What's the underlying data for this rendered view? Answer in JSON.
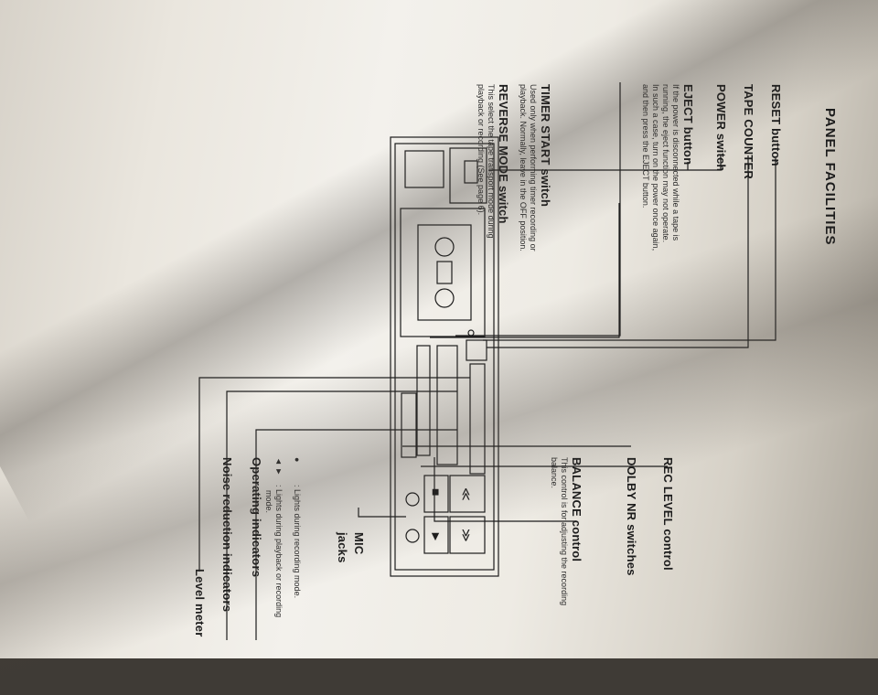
{
  "page": {
    "title": "PANEL FACILITIES"
  },
  "labels": {
    "reset_button": "RESET button",
    "tape_counter": "TAPE COUNTER",
    "power_switch": "POWER switch",
    "eject_button": "EJECT button",
    "eject_desc": [
      "If the power is disconnected while a tape is",
      "running, the eject function may not operate.",
      "In such a case, turn on the power once again,",
      "and then press the EJECT button."
    ],
    "timer_start_switch": "TIMER START switch",
    "timer_desc": [
      "Used only when performing timer recording or",
      "playback. Normally, leave in the OFF position."
    ],
    "reverse_mode_switch": "REVERSE MODE switch",
    "reverse_desc": [
      "This select the tape transport mode during",
      "playback or recording (See page 6)."
    ],
    "level_meter": "Level meter",
    "noise_reduction_indicators": "Noise reduction indicators",
    "operating_indicators": "Operating indicators",
    "op_play_symbol": "◄ ►",
    "op_play_desc": [
      ": Lights during playback or recording",
      "mode."
    ],
    "op_rec_symbol": "●",
    "op_rec_desc": ": Lights during recording mode.",
    "mic_jacks": [
      "MIC",
      "jacks"
    ],
    "balance_control": "BALANCE control",
    "balance_desc": [
      "This control is for adjusting the recording",
      "balance."
    ],
    "dolby_nr_switches": "DOLBY NR switches",
    "rec_level_control": "REC LEVEL control"
  },
  "colors": {
    "paper": "#f0ede6",
    "ink": "#1c1c1c"
  }
}
